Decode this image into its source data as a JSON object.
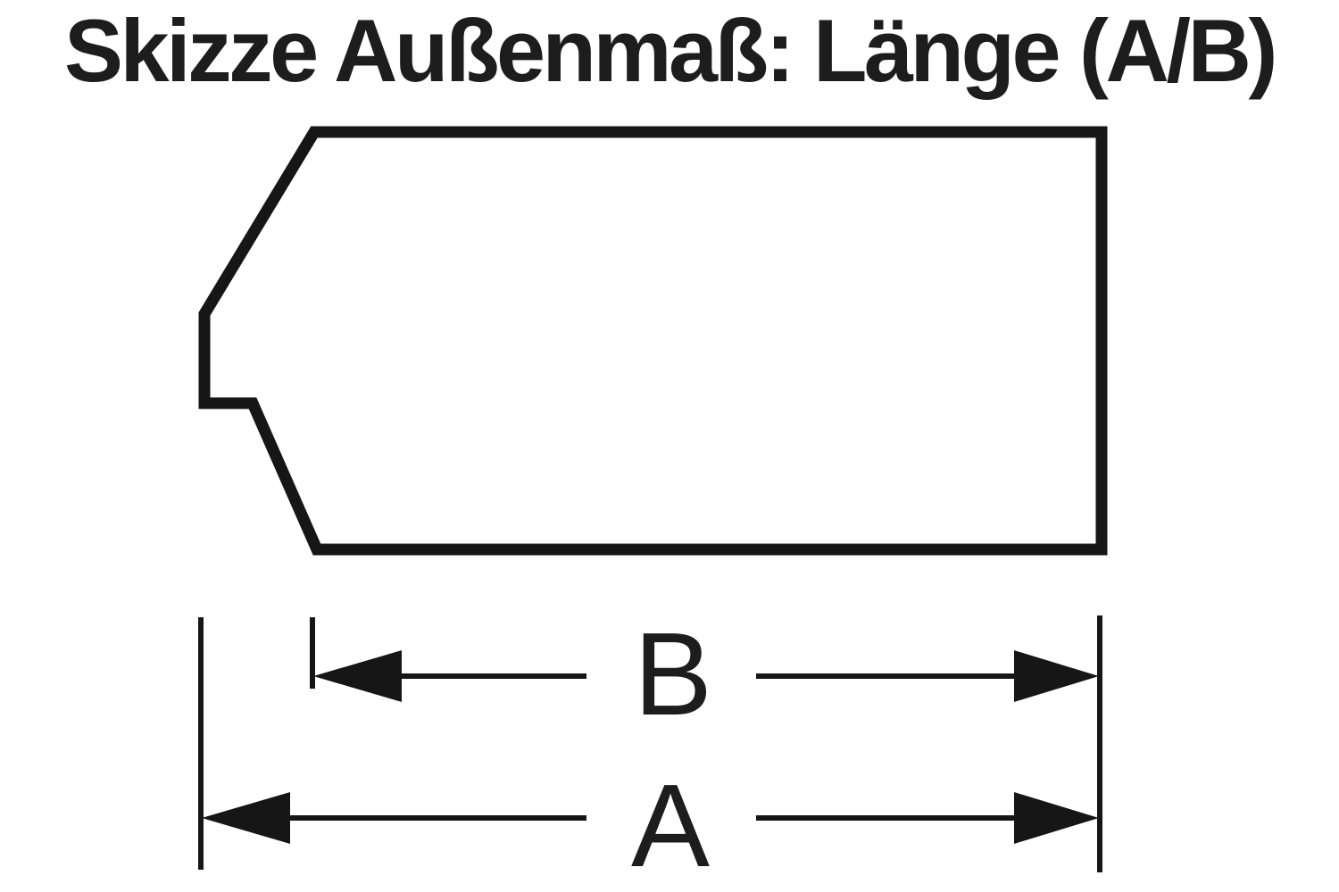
{
  "title": "Skizze Außenmaß: Länge (A/B)",
  "colors": {
    "ink": "#161616",
    "title_ink": "#1d1d1d",
    "background": "#ffffff"
  },
  "diagram": {
    "dimension_labels": {
      "b": "B",
      "a": "A"
    }
  }
}
